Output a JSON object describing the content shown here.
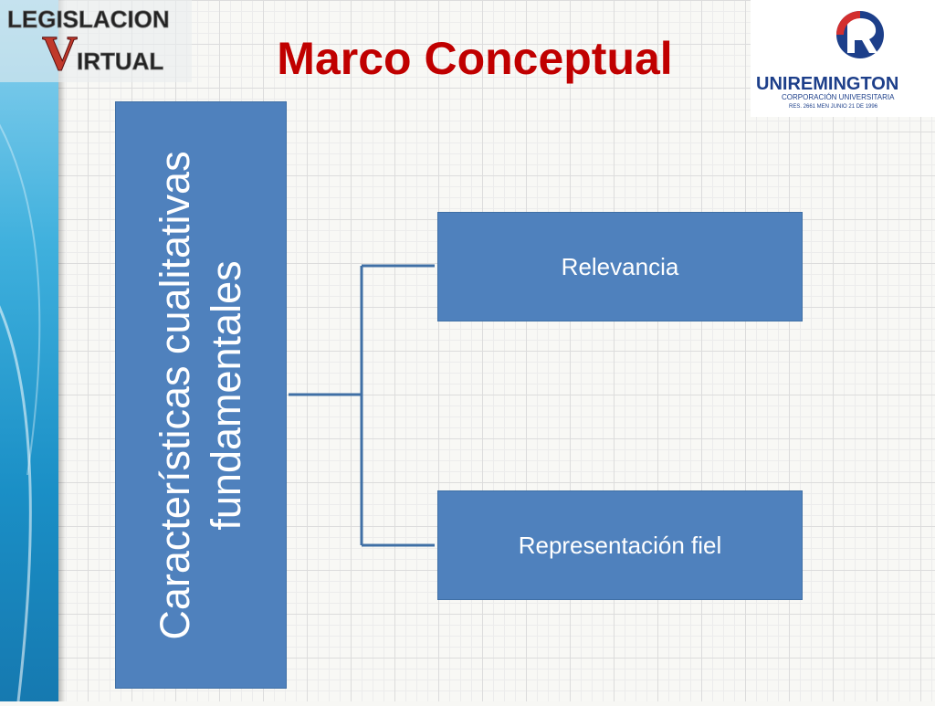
{
  "title": "Marco Conceptual",
  "logos": {
    "left_line1": "LEGISLACION",
    "left_line2": "IRTUAL",
    "left_initial": "V",
    "right_brand": "UNIREMINGTON",
    "right_sub": "CORPORACIÓN UNIVERSITARIA",
    "right_res": "RES. 2661 MEN JUNIO 21 DE 1996"
  },
  "diagram": {
    "root_line1": "Características cualitativas",
    "root_line2": "fundamentales",
    "children": [
      "Relevancia",
      "Representación fiel"
    ]
  },
  "colors": {
    "box": "#4f81bd",
    "title": "#c00000",
    "connector": "#3f6fa5"
  }
}
